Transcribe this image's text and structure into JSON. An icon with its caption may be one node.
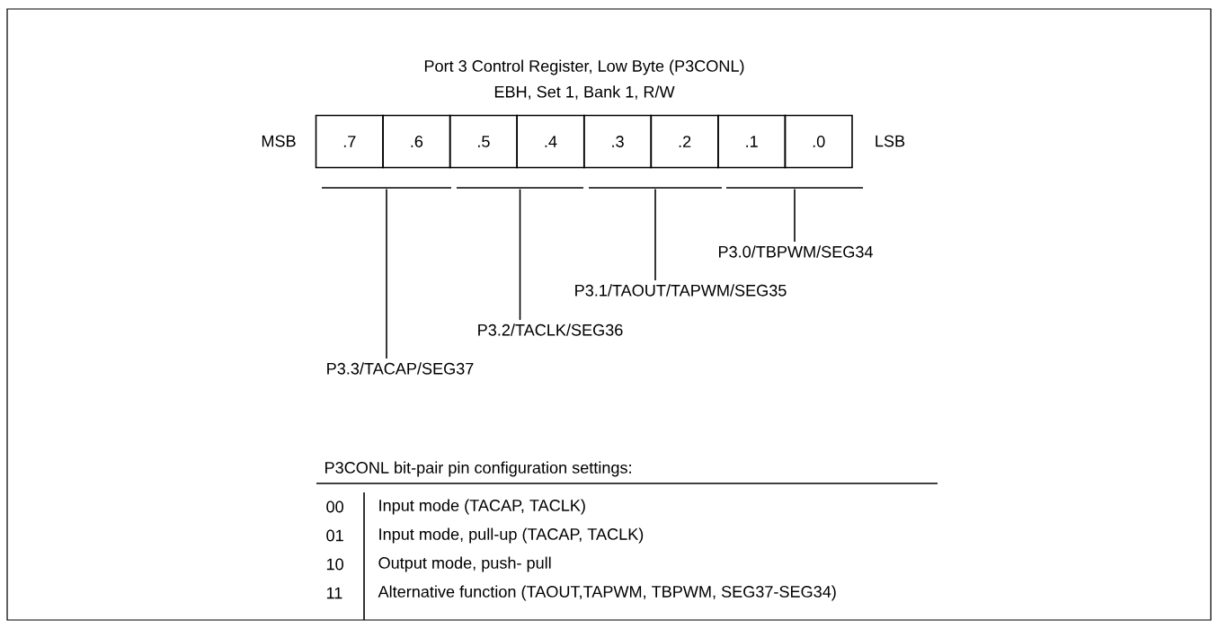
{
  "diagram": {
    "title": "Port 3 Control Register, Low Byte (P3CONL)",
    "nodes": [
      {
        "text": [
          ".7"
        ]
      },
      {
        "text": [
          ".6"
        ]
      },
      {
        "text": [
          ".5"
        ]
      },
      {
        "text": [
          ".4"
        ]
      },
      {
        "text": [
          ".3"
        ]
      },
      {
        "text": [
          ".2"
        ]
      },
      {
        "text": [
          ".1"
        ]
      },
      {
        "text": [
          ".0"
        ]
      },
      {
        "text": [],
        "shape": "bar"
      },
      {
        "text": [],
        "shape": "bar"
      },
      {
        "text": [],
        "shape": "bar"
      },
      {
        "text": [],
        "shape": "bar"
      },
      {
        "text": [
          "P3.3/TACAP/SEG37"
        ]
      },
      {
        "text": [
          "P3.2/TACLK/SEG36"
        ]
      },
      {
        "text": [
          "P3.1/TAOUT/TAPWM/SEG35"
        ]
      },
      {
        "text": [
          "P3.0/TBPWM/SEG34"
        ]
      }
    ],
    "edges": [
      {
        "from": 8,
        "to": 12,
        "arrow": "none"
      },
      {
        "from": 9,
        "to": 13,
        "arrow": "none"
      },
      {
        "from": 10,
        "to": 14,
        "arrow": "none"
      },
      {
        "from": 11,
        "to": 15,
        "arrow": "none"
      }
    ],
    "labels": [
      "EBH, Set 1, Bank 1, R/W",
      "MSB",
      "LSB",
      "P3CONL bit-pair pin configuration settings:",
      "00",
      "Input mode (TACAP, TACLK)",
      "01",
      "Input mode, pull-up (TACAP, TACLK)",
      "10",
      "Output mode, push- pull",
      "11",
      "Alternative function (TAOUT,TAPWM, TBPWM, SEG37-SEG34)"
    ]
  }
}
